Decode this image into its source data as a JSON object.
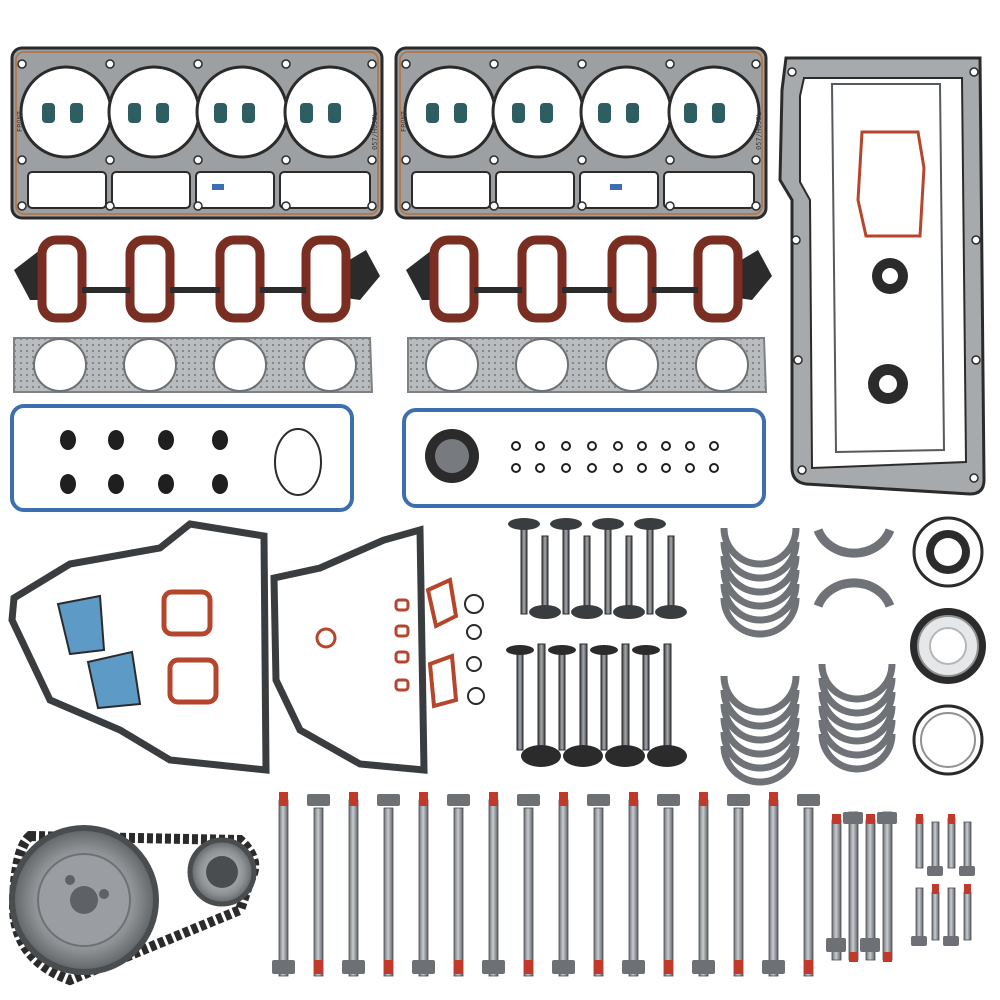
{
  "head_gasket_left": {
    "front_stamp": "FRONT",
    "part_stamp": "057/H053L"
  },
  "head_gasket_right": {
    "front_stamp": "FRONT",
    "part_stamp": "057/H053L"
  },
  "colors": {
    "background": "#ffffff",
    "mls_steel": "#8c8f92",
    "mls_copper_edge": "#b07a52",
    "gasket_black": "#2b2b2b",
    "seal_red": "#b5462c",
    "seal_blue": "#3d6fb0",
    "valve_seal_teal": "#2f5e62",
    "bearing_steel": "#6f7276",
    "bolt_steel": "#9a9ea2",
    "thread_red": "#c0392b"
  },
  "icons": [
    "head-gasket-icon",
    "intake-gasket-icon",
    "exhaust-gasket-icon",
    "valve-cover-gasket-icon",
    "oil-pan-gasket-icon",
    "timing-cover-gasket-icon",
    "valve-icon",
    "bearing-icon",
    "crank-seal-icon",
    "timing-chain-icon",
    "head-bolt-icon"
  ]
}
